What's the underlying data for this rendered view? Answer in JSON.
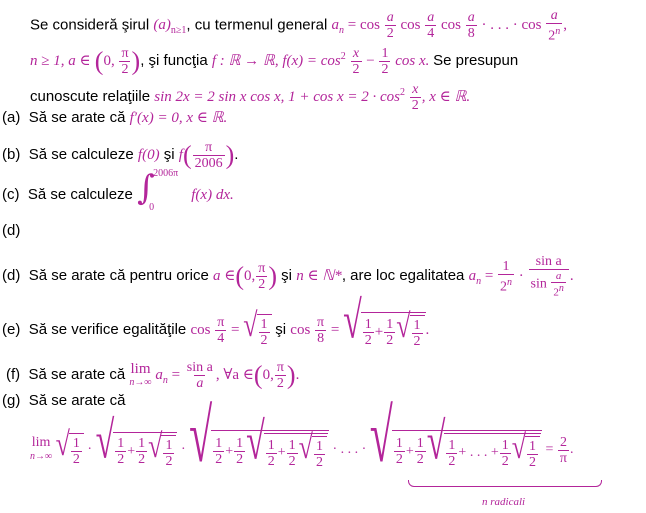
{
  "intro": {
    "t1": "Se consideră şirul",
    "seq": "(a",
    "seq_sub": "n≥1",
    "t2": ", cu termenul general",
    "an": "a",
    "t3": "n",
    "eq": "=",
    "cos": "cos",
    "dots": "· . . . ·",
    "comma": ",",
    "cond": "n ≥ 1, a ∈",
    "interval_left": "0,",
    "t4": ", şi funcţia",
    "func": "f : ℝ → ℝ, f(x) = cos",
    "func_minus": "−",
    "func_cos": "cos x.",
    "t5": "Se presupun",
    "t6": "cunoscute relaţiile",
    "rel1": "sin 2x = 2 sin x cos x, 1 + cos x = 2 · cos",
    "rel_end": ", x ∈ ℝ."
  },
  "items": {
    "a": {
      "label": "(a)",
      "text": "Să se arate că",
      "math": "f′(x) = 0, x ∈ ℝ."
    },
    "b": {
      "label": "(b)",
      "text": "Să se calculeze",
      "m1": "f(0)",
      "and": "şi",
      "m2": "f",
      "num": "π",
      "den": "2006",
      "end": "."
    },
    "c": {
      "label": "(c)",
      "text": "Să se calculeze",
      "upper": "2006π",
      "lower": "0",
      "integrand": "f(x) dx."
    },
    "d1": {
      "label": "(d)"
    },
    "d2": {
      "label": "(d)",
      "text": "Să se arate că pentru orice",
      "m1": "a ∈",
      "and": "şi",
      "m2": "n ∈ ℕ*",
      "t2": ", are loc egalitatea",
      "eq": "a",
      "sin": "sin a",
      "sinden": "sin"
    },
    "e": {
      "label": "(e)",
      "text": "Să se verifice egalităţile",
      "cos": "cos",
      "and": "şi"
    },
    "f": {
      "label": "(f)",
      "text": "Să se arate că",
      "lim": "lim",
      "sub": "n→∞",
      "an": "a",
      "sina": "sin a",
      "a": "a",
      "forall": ", ∀a ∈"
    },
    "g": {
      "label": "(g)",
      "text": "Să se arate că",
      "lim": "lim",
      "sub": "n→∞",
      "dots": "· . . . ·",
      "inner_dots": "+ . . . +",
      "result_num": "2",
      "result_den": "π",
      "brace_label": "n radicali"
    }
  },
  "frac": {
    "one": "1",
    "two": "2",
    "a": "a",
    "four": "4",
    "eight": "8",
    "pi": "π",
    "x": "x",
    "two_n": "2",
    "n": "n"
  }
}
